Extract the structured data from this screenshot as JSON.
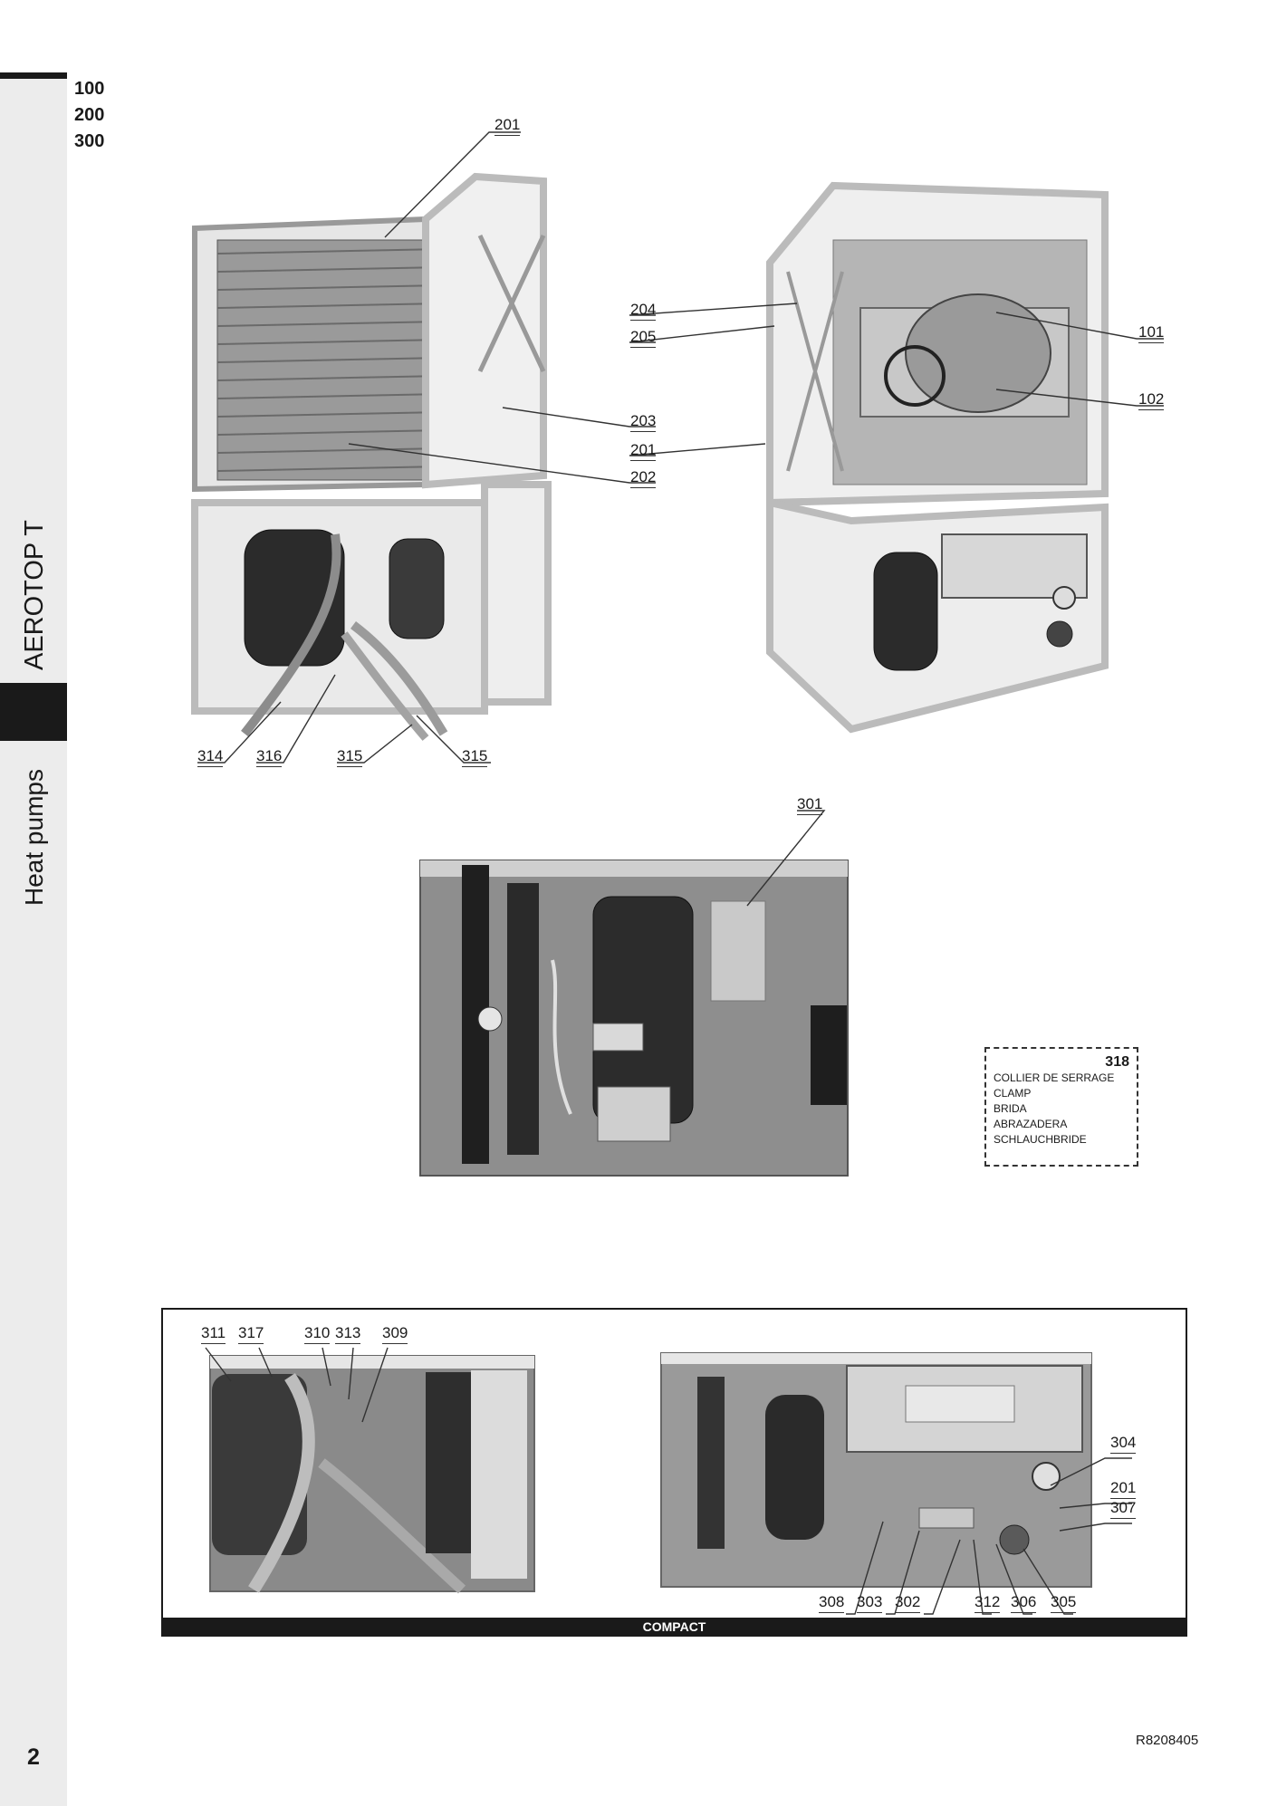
{
  "header": {
    "models": [
      "100",
      "200",
      "300"
    ]
  },
  "sidebar": {
    "product": "AEROTOP T",
    "category": "Heat pumps"
  },
  "legend": {
    "number": "318",
    "lines": [
      "COLLIER DE SERRAGE",
      "CLAMP",
      "BRIDA",
      "ABRAZADERA",
      "SCHLAUCHBRIDE"
    ]
  },
  "compact": {
    "label": "COMPACT"
  },
  "callouts": {
    "c201_top": "201",
    "c204": "204",
    "c205": "205",
    "c101": "101",
    "c102": "102",
    "c203": "203",
    "c201_mid": "201",
    "c202": "202",
    "c314": "314",
    "c316": "316",
    "c315_a": "315",
    "c315_b": "315",
    "c301": "301",
    "c311": "311",
    "c317": "317",
    "c310": "310",
    "c313": "313",
    "c309": "309",
    "c304": "304",
    "c201_low": "201",
    "c307": "307",
    "c308": "308",
    "c303": "303",
    "c302": "302",
    "c312": "312",
    "c306": "306",
    "c305": "305"
  },
  "footer": {
    "page_number": "2",
    "reference": "R8208405"
  }
}
